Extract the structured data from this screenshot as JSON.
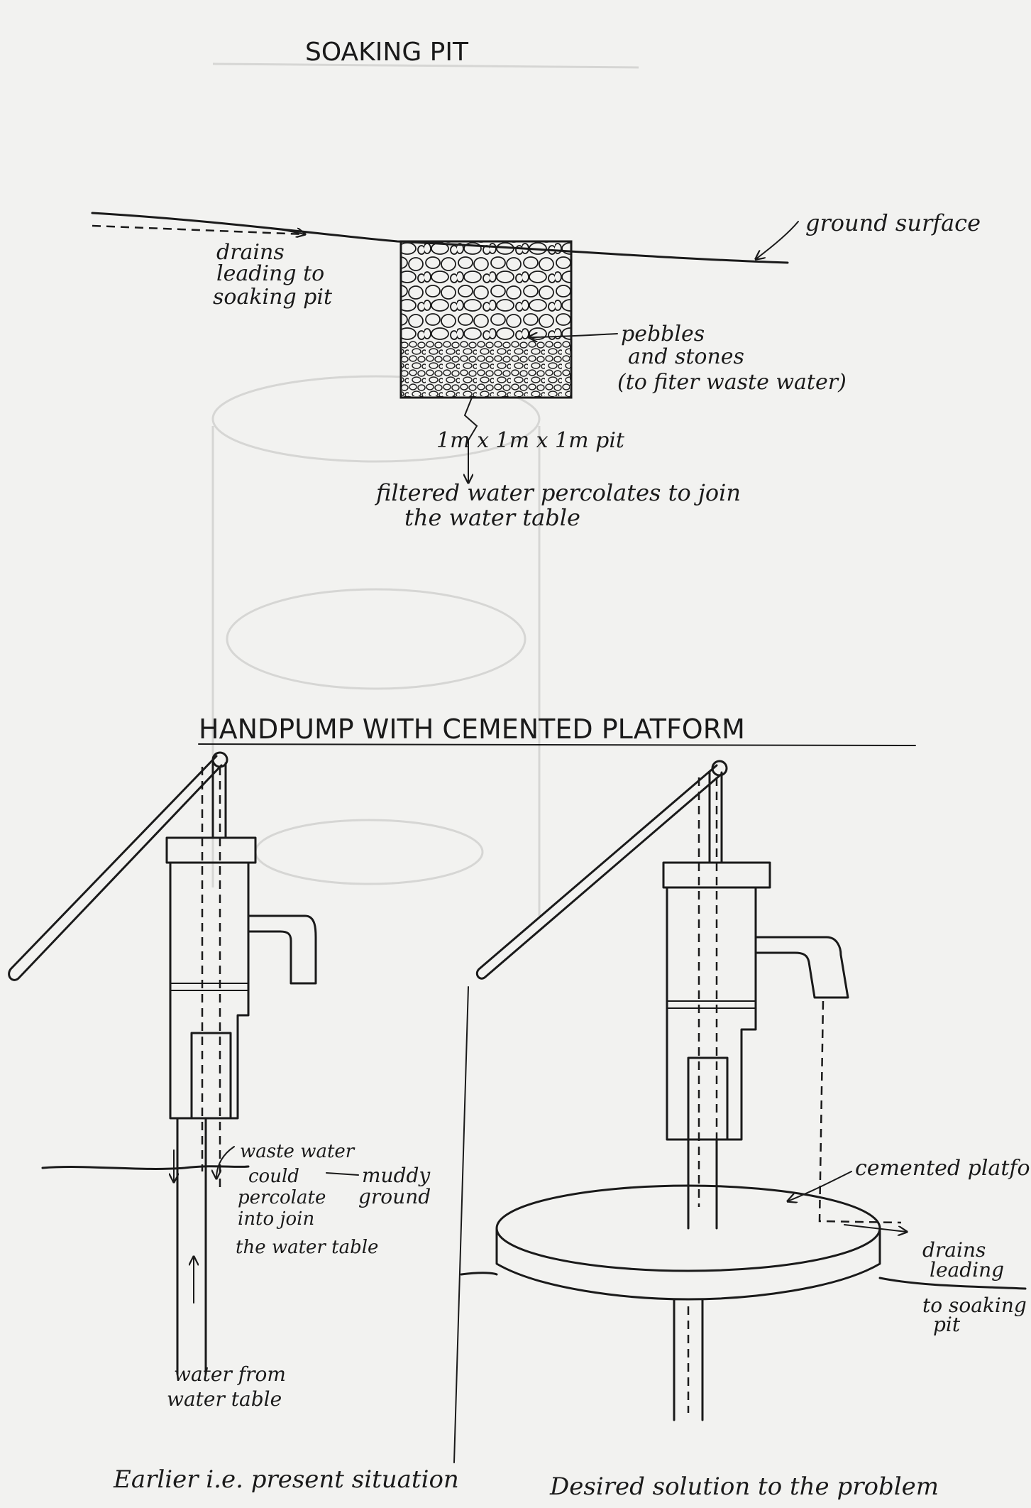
{
  "titles": {
    "soaking_pit": "SOAKING PIT",
    "handpump": "HANDPUMP WITH CEMENTED PLATFORM"
  },
  "soaking_pit": {
    "ground_surface": "ground surface",
    "drains": [
      "drains",
      "leading to",
      "soaking pit"
    ],
    "pebbles": [
      "pebbles",
      "and stones",
      "(to fiter waste water)"
    ],
    "dimensions": "1m x 1m x 1m pit",
    "filtered": [
      "filtered water percolates to join",
      "the water table"
    ]
  },
  "left_pump": {
    "waste_water": [
      "waste water",
      "could",
      "percolate",
      "into join",
      "the water table"
    ],
    "muddy": [
      "muddy",
      "ground"
    ],
    "water_from": [
      "water from",
      "water table"
    ],
    "caption": "Earlier i.e. present situation"
  },
  "right_pump": {
    "cemented": "cemented platform",
    "drains": [
      "drains",
      "leading",
      "to soaking",
      "pit"
    ],
    "caption": "Desired solution to the problem"
  }
}
